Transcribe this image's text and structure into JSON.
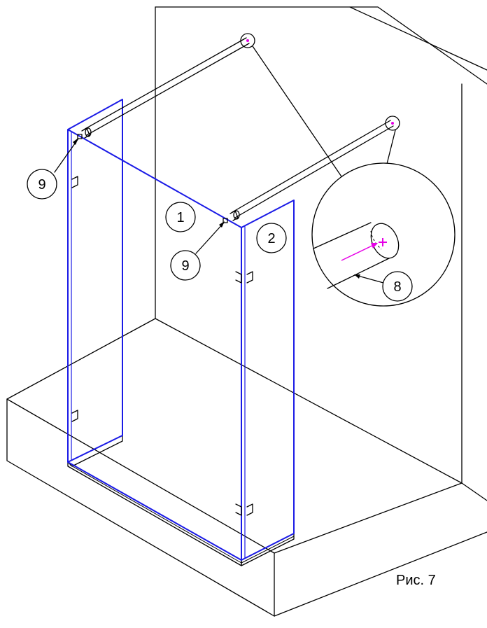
{
  "callouts": {
    "panel_1": "1",
    "panel_2": "2",
    "connector_left": "9",
    "connector_right": "9",
    "detail_rod_end": "8"
  },
  "caption": "Рис. 7",
  "colors": {
    "glass_outline": "#1a1ae6",
    "marker": "#e600e6",
    "line": "#000000"
  }
}
